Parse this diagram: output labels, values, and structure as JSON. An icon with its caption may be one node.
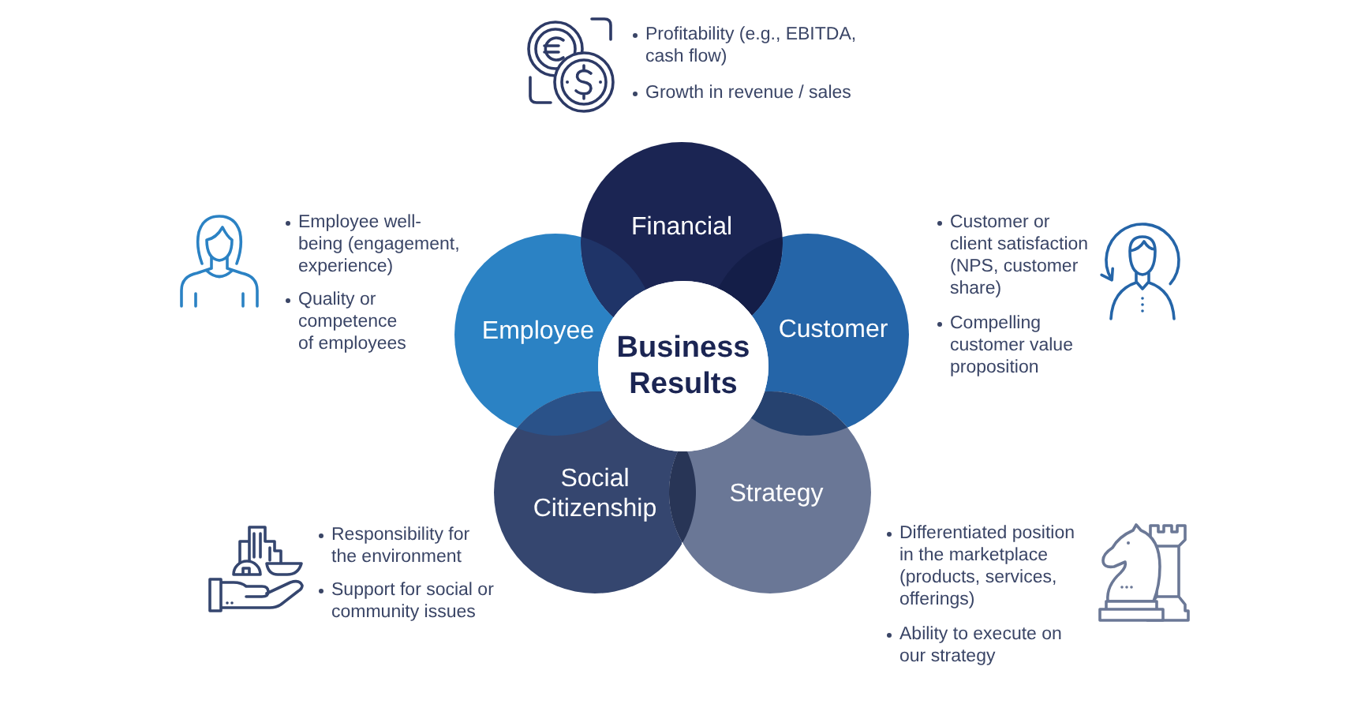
{
  "diagram": {
    "nodes": [
      {
        "text": [
          "Financial"
        ]
      },
      {
        "text": [
          "Employee"
        ]
      },
      {
        "text": [
          "Business Results"
        ]
      },
      {
        "text": [
          "Customer"
        ]
      },
      {
        "text": [
          "Social Citizenship"
        ]
      },
      {
        "text": [
          "Strategy"
        ]
      }
    ],
    "labels": [
      "Profitability (e.g., EBITDA, cash flow)",
      "Growth in revenue / sales",
      "Employee well-being (engagement, experience)",
      "Quality or competence of employees",
      "Customer or client satisfaction (NPS, customer share)",
      "Compelling customer value proposition",
      "Responsibility for the environment",
      "Support for social or community issues",
      "Differentiated position in the marketplace (products, services, offerings)",
      "Ability to execute on our strategy"
    ]
  }
}
